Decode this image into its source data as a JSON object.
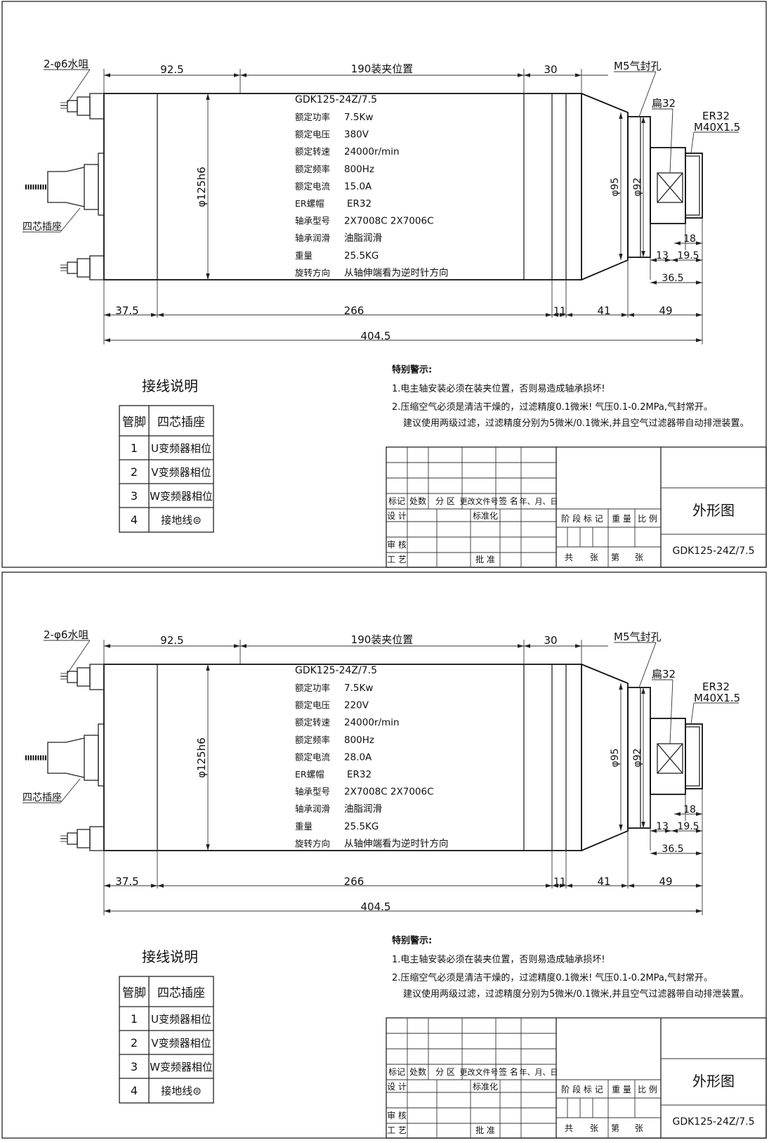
{
  "sheets": [
    {
      "model": "GDK125-24Z/7.5",
      "specs": [
        {
          "label": "额定功率",
          "value": "7.5Kw"
        },
        {
          "label": "额定电压",
          "value": "380V"
        },
        {
          "label": "额定转速",
          "value": "24000r/min"
        },
        {
          "label": "额定频率",
          "value": "800Hz"
        },
        {
          "label": "额定电流",
          "value": "15.0A"
        },
        {
          "label": "ER螺帽",
          "value": "ER32"
        },
        {
          "label": "轴承型号",
          "value": "2X7008C  2X7006C"
        },
        {
          "label": "轴承润滑",
          "value": "油脂润滑"
        },
        {
          "label": "重量",
          "value": "25.5KG"
        },
        {
          "label": "旋转方向",
          "value": "从轴伸端看为逆时针方向"
        }
      ]
    },
    {
      "model": "GDK125-24Z/7.5",
      "specs": [
        {
          "label": "额定功率",
          "value": "7.5Kw"
        },
        {
          "label": "额定电压",
          "value": "220V"
        },
        {
          "label": "额定转速",
          "value": "24000r/min"
        },
        {
          "label": "额定频率",
          "value": "800Hz"
        },
        {
          "label": "额定电流",
          "value": "28.0A"
        },
        {
          "label": "ER螺帽",
          "value": "ER32"
        },
        {
          "label": "轴承型号",
          "value": "2X7008C  2X7006C"
        },
        {
          "label": "轴承润滑",
          "value": "油脂润滑"
        },
        {
          "label": "重量",
          "value": "25.5KG"
        },
        {
          "label": "旋转方向",
          "value": "从轴伸端看为逆时针方向"
        }
      ]
    }
  ],
  "dims": {
    "top_left": "92.5",
    "clamp": "190装夹位置",
    "top_right": "30",
    "dia_body": "φ125h6",
    "dia_95": "φ95",
    "dia_92": "φ92",
    "b_37_5": "37.5",
    "b_266": "266",
    "b_11": "11",
    "b_41": "41",
    "b_49": "49",
    "total": "404.5",
    "r_18": "18",
    "r_13": "13",
    "r_19_5": "19.5",
    "r_36_5": "36.5"
  },
  "callouts": {
    "water": "2-φ6水咀",
    "socket": "四芯插座",
    "air": "M5气封孔",
    "flat": "扁32",
    "er": "ER32",
    "thread": "M40X1.5"
  },
  "warning": {
    "title": "特别警示:",
    "lines": [
      "1.电主轴安装必须在装夹位置，否则易造成轴承损坏!",
      "2.压缩空气必须是清洁干燥的，过滤精度0.1微米! 气压0.1-0.2MPa,气封常开。",
      "建议使用两级过滤，过滤精度分别为5微米/0.1微米,并且空气过滤器带自动排泄装置。"
    ]
  },
  "wiring": {
    "title": "接线说明",
    "headers": [
      "管脚",
      "四芯插座"
    ],
    "rows": [
      [
        "1",
        "U变频器相位"
      ],
      [
        "2",
        "V变频器相位"
      ],
      [
        "3",
        "W变频器相位"
      ],
      [
        "4",
        "接地线⊜"
      ]
    ]
  },
  "titleblock": {
    "cols": [
      "标记",
      "处数",
      "分 区",
      "更改文件号",
      "签 名",
      "年、月、日"
    ],
    "design": "设 计",
    "standard": "标准化",
    "review": "审 核",
    "process": "工 艺",
    "approve": "批 准",
    "stage": "阶 段 标 记",
    "weight": "重 量",
    "scale": "比 例",
    "total_sheets": "共",
    "sheets_unit": "张",
    "sheet_no": "第",
    "sheet_unit2": "张",
    "name": "外形图",
    "code": "GDK125-24Z/7.5"
  }
}
